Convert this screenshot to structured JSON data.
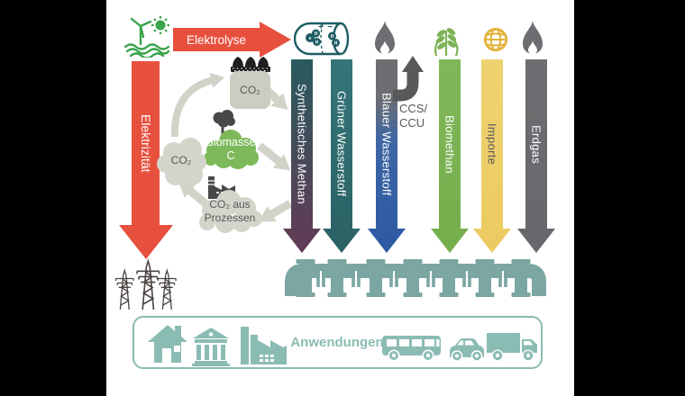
{
  "top": {
    "electrolysis_label": "Elektrolyse"
  },
  "left_flow": {
    "label": "Elektrizität"
  },
  "flows": [
    {
      "label": "Synthetisches Methan",
      "color_top": "#295b5f",
      "color_bottom": "#643a55",
      "text_color": "#ffffff"
    },
    {
      "label": "Grüner Wasserstoff",
      "color_top": "#357578",
      "color_bottom": "#2a6164",
      "text_color": "#ffffff"
    },
    {
      "label": "Blauer Wasserstoff",
      "color_top": "#6d6e71",
      "color_bottom": "#2c59a3",
      "text_color": "#ffffff"
    },
    {
      "label": "Biomethan",
      "color_top": "#80b75a",
      "color_bottom": "#75ae4c",
      "text_color": "#ffffff"
    },
    {
      "label": "Importe",
      "color_top": "#efd271",
      "color_bottom": "#ecca60",
      "text_color": "#58595b"
    },
    {
      "label": "Erdgas",
      "color_top": "#6c6d70",
      "color_bottom": "#67686b",
      "text_color": "#ffffff"
    }
  ],
  "ccs": {
    "line1": "CCS/",
    "line2": "CCU"
  },
  "cycle": {
    "co2_container": "CO₂",
    "co2_cloud": "CO₂",
    "biomasse_line1": "Biomasse",
    "biomasse_line2": "C",
    "prozessen_line1": "CO₂ aus",
    "prozessen_line2": "Prozessen"
  },
  "applications": {
    "label": "Anwendungen"
  },
  "colors": {
    "background": "#000000",
    "panel": "#ffffff",
    "red": "#e8503e",
    "green_energy": "#3aa34b",
    "hydrogen_teal": "#1d5c63",
    "flame_gray": "#6d6e71",
    "plant_green": "#7cb355",
    "globe_gold": "#e3b33c",
    "ccs_gray": "#58595b",
    "cloud_gray": "#d5d4ca",
    "biomasse_green": "#7db95a",
    "container_gray": "#cdccc2",
    "dark_icon": "#47484a",
    "pylon": "#4a4543",
    "pipeline": "#7ba6a2",
    "applications_teal": "#8bbcb3"
  }
}
